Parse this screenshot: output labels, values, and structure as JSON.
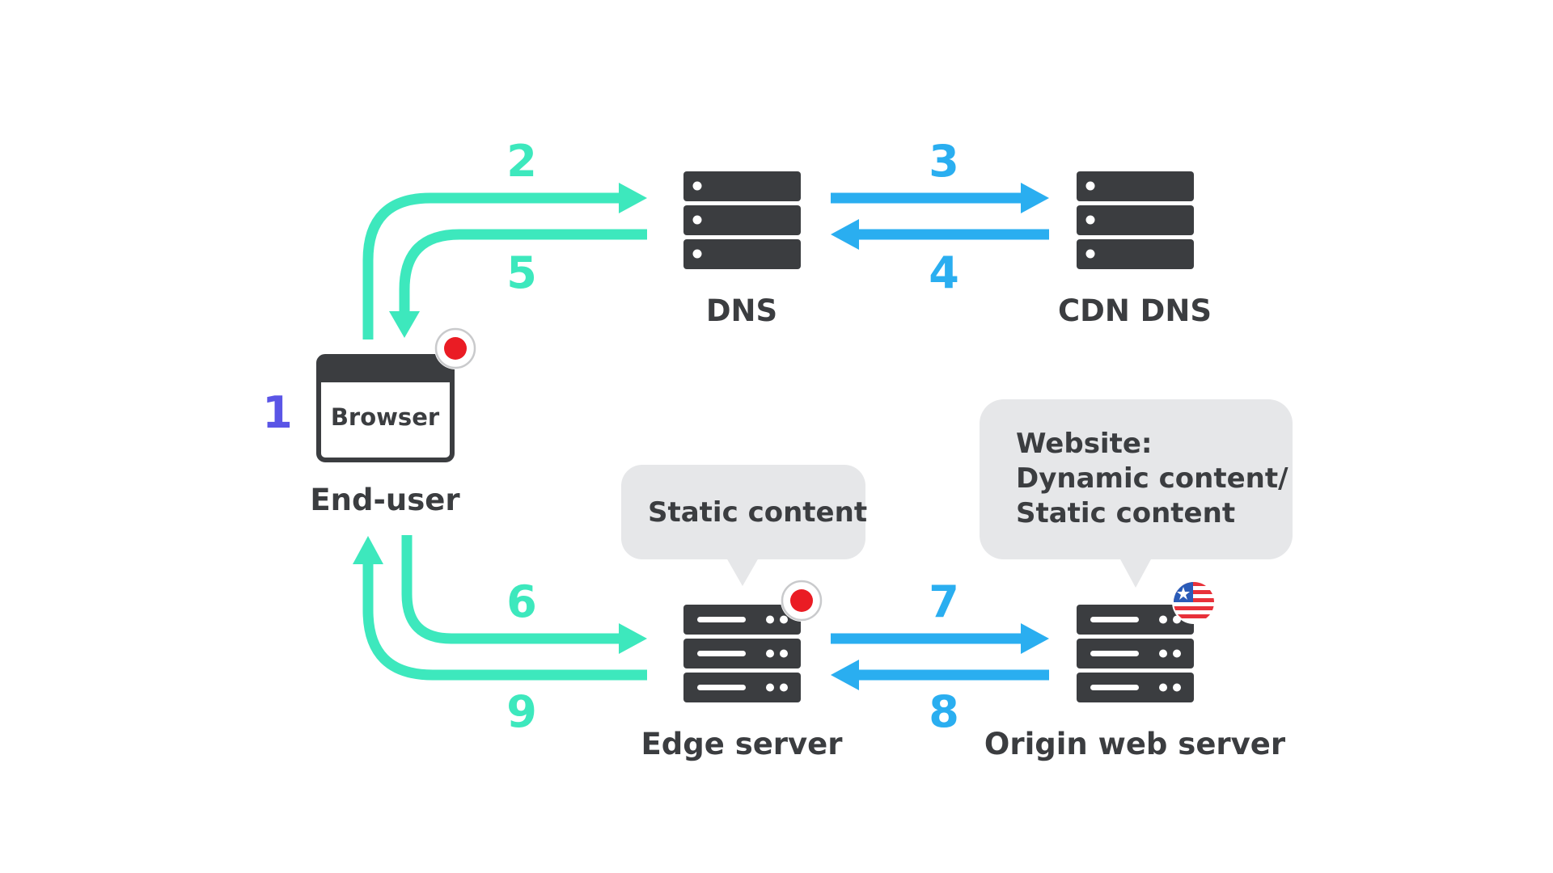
{
  "colors": {
    "green": "#3de8bd",
    "blue": "#2aaef0",
    "purple": "#5a55e6",
    "dark": "#3b3d40",
    "bubble": "#e6e7e9",
    "red": "#ea1c24"
  },
  "steps": {
    "s1": "1",
    "s2": "2",
    "s3": "3",
    "s4": "4",
    "s5": "5",
    "s6": "6",
    "s7": "7",
    "s8": "8",
    "s9": "9"
  },
  "nodes": {
    "browser_window": "Browser",
    "end_user": "End-user",
    "dns": "DNS",
    "cdn_dns": "CDN DNS",
    "edge_server": "Edge server",
    "origin_server": "Origin web server"
  },
  "bubbles": {
    "edge": "Static content",
    "origin_line1": "Website:",
    "origin_line2": "Dynamic content/",
    "origin_line3": "Static content"
  },
  "icons": {
    "dns": "dns-server-icon",
    "cdn_dns": "cdn-dns-server-icon",
    "edge": "edge-server-icon",
    "origin": "origin-server-icon",
    "browser": "browser-window-icon",
    "location_marker": "location-dot-icon",
    "flag": "us-flag-icon"
  }
}
